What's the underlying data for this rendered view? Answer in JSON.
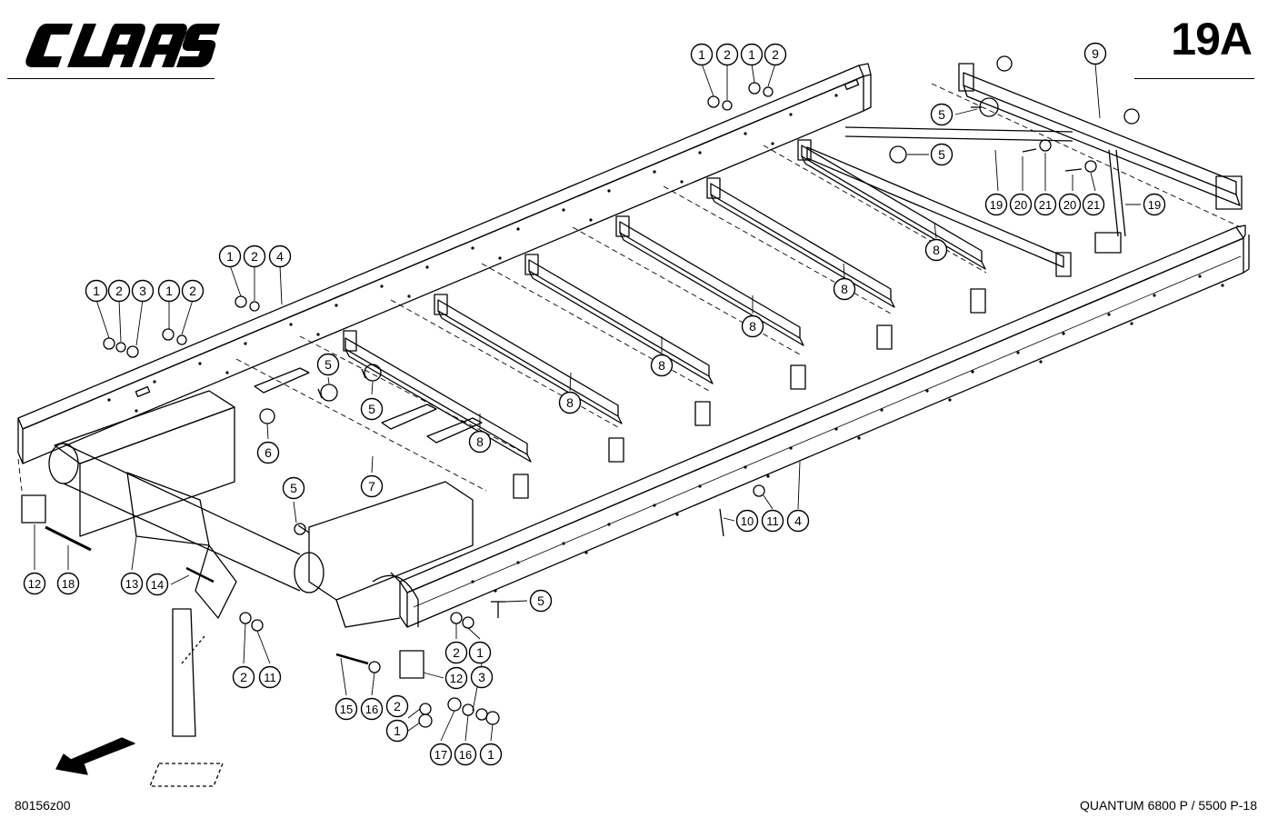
{
  "header": {
    "brand": "CLAAS",
    "page_number": "19A"
  },
  "footer": {
    "drawing_number": "80156z00",
    "model": "QUANTUM 6800 P / 5500 P-18"
  },
  "callouts": [
    {
      "label": "1"
    },
    {
      "label": "2"
    },
    {
      "label": "1"
    },
    {
      "label": "2"
    },
    {
      "label": "9"
    },
    {
      "label": "5"
    },
    {
      "label": "5"
    },
    {
      "label": "19"
    },
    {
      "label": "20"
    },
    {
      "label": "21"
    },
    {
      "label": "20"
    },
    {
      "label": "21"
    },
    {
      "label": "19"
    },
    {
      "label": "1"
    },
    {
      "label": "2"
    },
    {
      "label": "4"
    },
    {
      "label": "1"
    },
    {
      "label": "2"
    },
    {
      "label": "3"
    },
    {
      "label": "1"
    },
    {
      "label": "2"
    },
    {
      "label": "8"
    },
    {
      "label": "8"
    },
    {
      "label": "8"
    },
    {
      "label": "8"
    },
    {
      "label": "8"
    },
    {
      "label": "8"
    },
    {
      "label": "5"
    },
    {
      "label": "5"
    },
    {
      "label": "6"
    },
    {
      "label": "7"
    },
    {
      "label": "5"
    },
    {
      "label": "10"
    },
    {
      "label": "11"
    },
    {
      "label": "4"
    },
    {
      "label": "12"
    },
    {
      "label": "18"
    },
    {
      "label": "13"
    },
    {
      "label": "14"
    },
    {
      "label": "5"
    },
    {
      "label": "2"
    },
    {
      "label": "1"
    },
    {
      "label": "2"
    },
    {
      "label": "11"
    },
    {
      "label": "15"
    },
    {
      "label": "16"
    },
    {
      "label": "12"
    },
    {
      "label": "3"
    },
    {
      "label": "2"
    },
    {
      "label": "1"
    },
    {
      "label": "17"
    },
    {
      "label": "16"
    },
    {
      "label": "1"
    }
  ]
}
